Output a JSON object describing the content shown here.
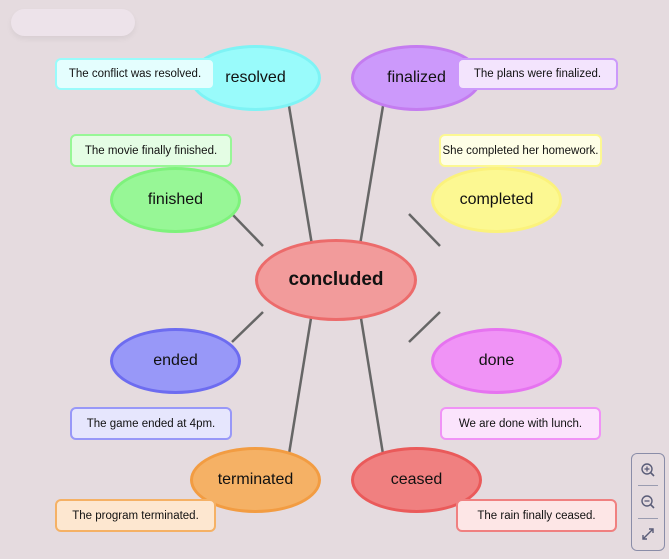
{
  "toolbar": {
    "search_placeholder": ""
  },
  "center": {
    "label": "concluded",
    "fill": "#f29b9b",
    "border": "#ec6b6b"
  },
  "nodes": [
    {
      "id": "resolved",
      "label": "resolved",
      "fill": "#99fbfb",
      "border": "#7ef3f5",
      "note": "The conflict was resolved.",
      "note_fill": "#e4fefe",
      "note_border": "#99fbfb"
    },
    {
      "id": "finalized",
      "label": "finalized",
      "fill": "#cc99fb",
      "border": "#c47cf0",
      "note": "The plans were finalized.",
      "note_fill": "#f3e4fd",
      "note_border": "#cc99fb"
    },
    {
      "id": "finished",
      "label": "finished",
      "fill": "#97f796",
      "border": "#7ef27c",
      "note": "The movie finally finished.",
      "note_fill": "#e4fde4",
      "note_border": "#97f796"
    },
    {
      "id": "completed",
      "label": "completed",
      "fill": "#fcf892",
      "border": "#fbf27c",
      "note": "She completed her homework.",
      "note_fill": "#fefee6",
      "note_border": "#fcf892"
    },
    {
      "id": "ended",
      "label": "ended",
      "fill": "#9898f8",
      "border": "#6d6cf0",
      "note": "The game ended at 4pm.",
      "note_fill": "#e6e6fd",
      "note_border": "#9898f8"
    },
    {
      "id": "done",
      "label": "done",
      "fill": "#f093f6",
      "border": "#e673f0",
      "note": "We are done with lunch.",
      "note_fill": "#fbe4fc",
      "note_border": "#f093f6"
    },
    {
      "id": "terminated",
      "label": "terminated",
      "fill": "#f5b165",
      "border": "#f29c42",
      "note": "The program terminated.",
      "note_fill": "#fde7d0",
      "note_border": "#f5b165"
    },
    {
      "id": "ceased",
      "label": "ceased",
      "fill": "#f08080",
      "border": "#ea5a5a",
      "note": "The rain finally ceased.",
      "note_fill": "#fde6e6",
      "note_border": "#f08080"
    }
  ],
  "zoom_controls": {
    "zoom_in": "zoom-in",
    "zoom_out": "zoom-out",
    "fit": "fit-view"
  }
}
